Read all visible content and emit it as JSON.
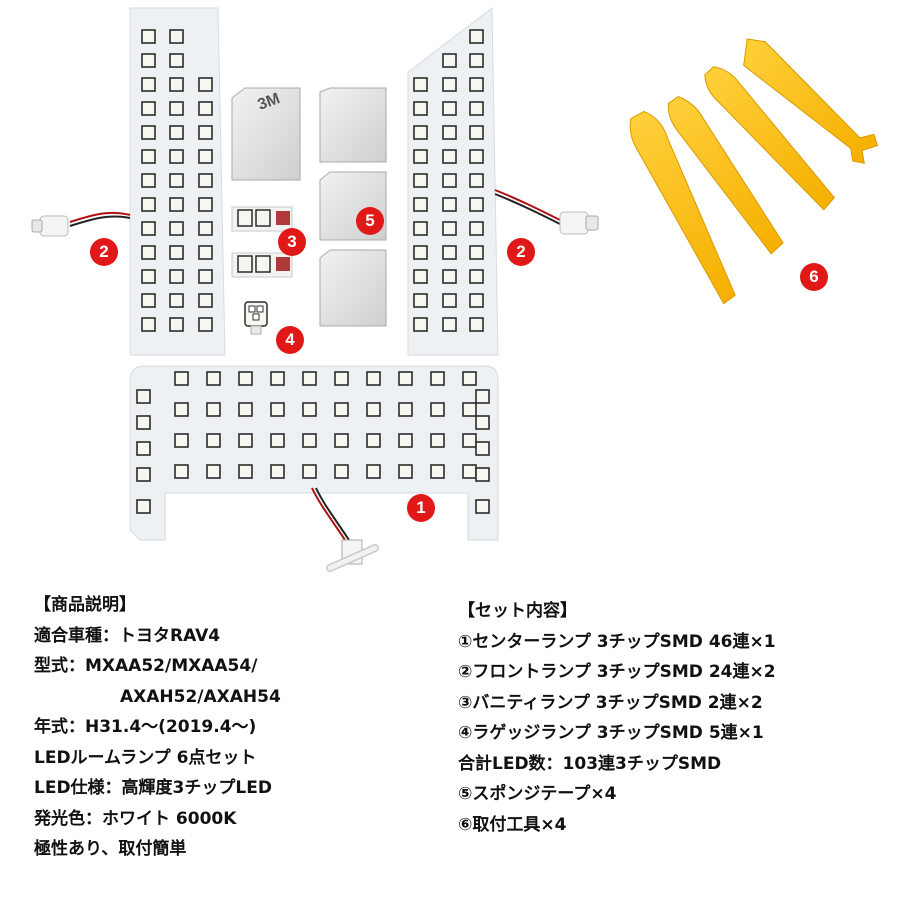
{
  "badges": {
    "b1": "1",
    "b2_left": "2",
    "b2_right": "2",
    "b3": "3",
    "b4": "4",
    "b5": "5",
    "b6": "6"
  },
  "pad_print": "3M",
  "colors": {
    "panel": "#eef1f4",
    "led_chip": "#f7f7f2",
    "led_frame": "#2b2b2b",
    "badge": "#e01818",
    "tool": "#ffc21a",
    "sponge": "#dcdcdc"
  },
  "description": {
    "heading": "【商品説明】",
    "lines": [
      "適合車種：トヨタRAV4",
      "型式：MXAA52/MXAA54/",
      "AXAH52/AXAH54",
      "年式：H31.4～(2019.4～)",
      "LEDルームランプ 6点セット",
      "LED仕様：高輝度3チップLED",
      "発光色：ホワイト 6000K",
      "極性あり、取付簡単"
    ]
  },
  "set_contents": {
    "heading": "【セット内容】",
    "lines": [
      "①センターランプ 3チップSMD 46連×1",
      "②フロントランプ 3チップSMD 24連×2",
      "③バニティランプ 3チップSMD 2連×2",
      "④ラゲッジランプ 3チップSMD 5連×1",
      "合計LED数：103連3チップSMD",
      "⑤スポンジテープ×4",
      "⑥取付工具×4"
    ]
  }
}
